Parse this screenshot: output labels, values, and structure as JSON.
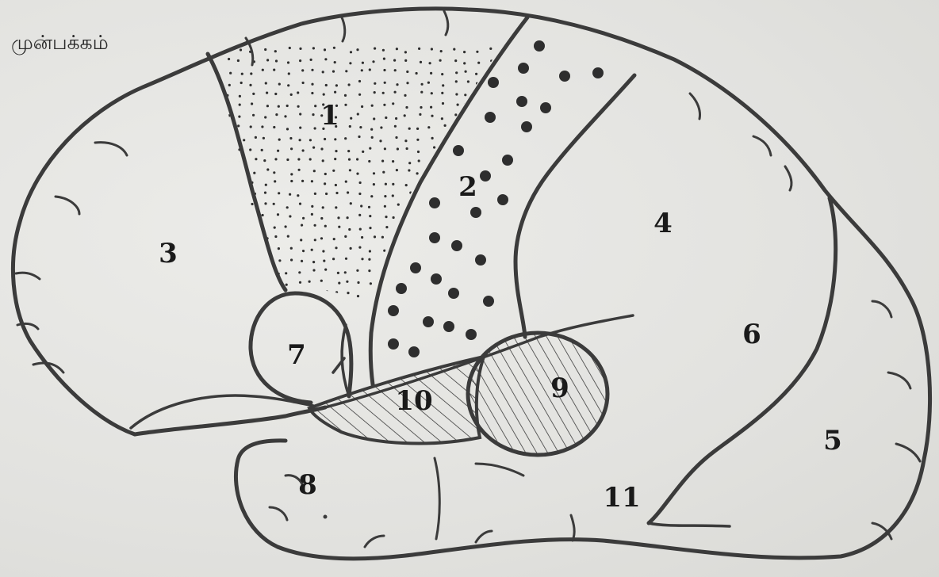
{
  "caption": "முன்பக்கம்",
  "regions": [
    {
      "id": "1",
      "label": "1",
      "pattern": "fine-dots"
    },
    {
      "id": "2",
      "label": "2",
      "pattern": "large-dots"
    },
    {
      "id": "3",
      "label": "3",
      "pattern": "none"
    },
    {
      "id": "4",
      "label": "4",
      "pattern": "none"
    },
    {
      "id": "5",
      "label": "5",
      "pattern": "none"
    },
    {
      "id": "6",
      "label": "6",
      "pattern": "none"
    },
    {
      "id": "7",
      "label": "7",
      "pattern": "none"
    },
    {
      "id": "8",
      "label": "8",
      "pattern": "none"
    },
    {
      "id": "9",
      "label": "9",
      "pattern": "hatched"
    },
    {
      "id": "10",
      "label": "10",
      "pattern": "hatched"
    },
    {
      "id": "11",
      "label": "11",
      "pattern": "none"
    }
  ],
  "colors": {
    "ink": "#3b3b3b",
    "paper": "#e4e4e1"
  }
}
